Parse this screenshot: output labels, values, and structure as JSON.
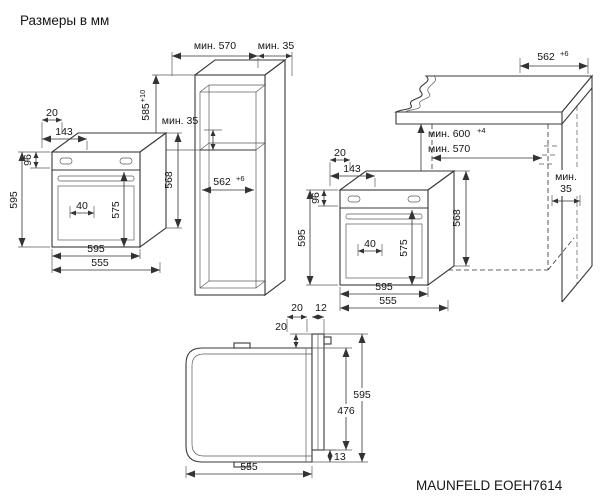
{
  "title": "Размеры в мм",
  "model": "MAUNFELD EOEH7614",
  "oven": {
    "top_inset": "20",
    "control_depth": "143",
    "control_height": "96",
    "height": "595",
    "handle_offset": "40",
    "door_height": "575",
    "width": "595",
    "depth": "555",
    "body_depth": "568"
  },
  "cabinet": {
    "depth_min": "мин. 570",
    "top_back_gap": "мин. 35",
    "niche_height": "585",
    "niche_height_tol": "+10",
    "vent_gap": "мин. 35",
    "niche_width": "562",
    "niche_width_tol": "+6"
  },
  "counter": {
    "depth": "562",
    "depth_tol": "+6",
    "niche_height_min": "мин. 600",
    "niche_height_tol": "+4",
    "niche_depth_min": "мин. 570",
    "back_gap_label": "мин.",
    "back_gap_value": "35"
  },
  "side_view": {
    "top_gap": "20",
    "handle_clearance": "12",
    "door_top_gap": "20",
    "height": "595",
    "door_height": "476",
    "bottom_gap": "13",
    "depth": "555"
  }
}
